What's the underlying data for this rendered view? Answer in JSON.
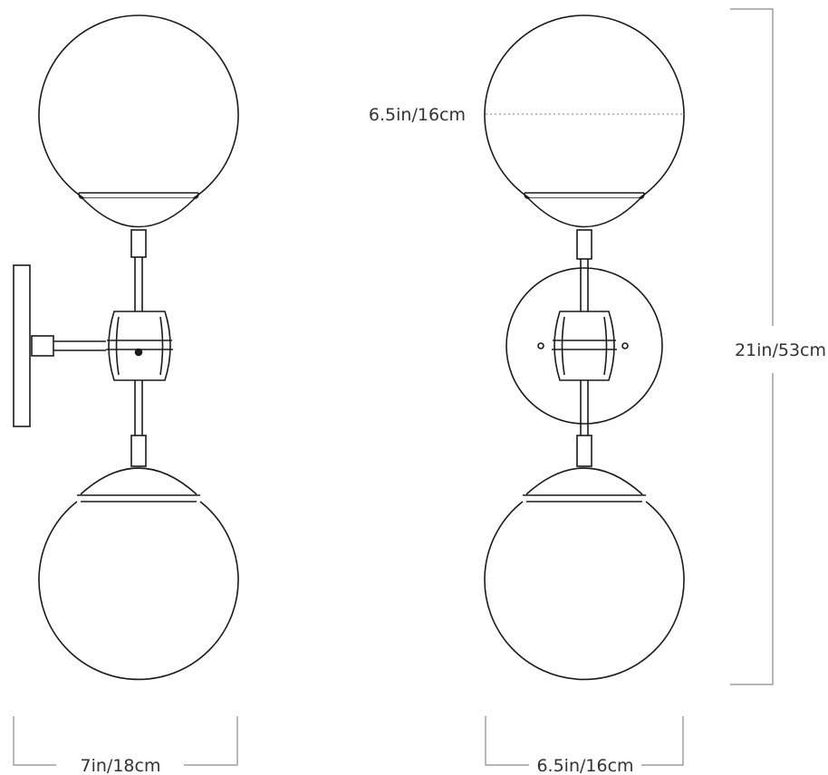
{
  "dimensions": {
    "globe_diameter": "6.5in/16cm",
    "overall_height": "21in/53cm",
    "side_depth": "7in/18cm",
    "front_width": "6.5in/16cm"
  },
  "colors": {
    "line": "#1a1a1a",
    "dimension_line": "#8a8a8a",
    "dotted_guide": "#9a9a9a",
    "text": "#333333",
    "background": "#ffffff"
  }
}
